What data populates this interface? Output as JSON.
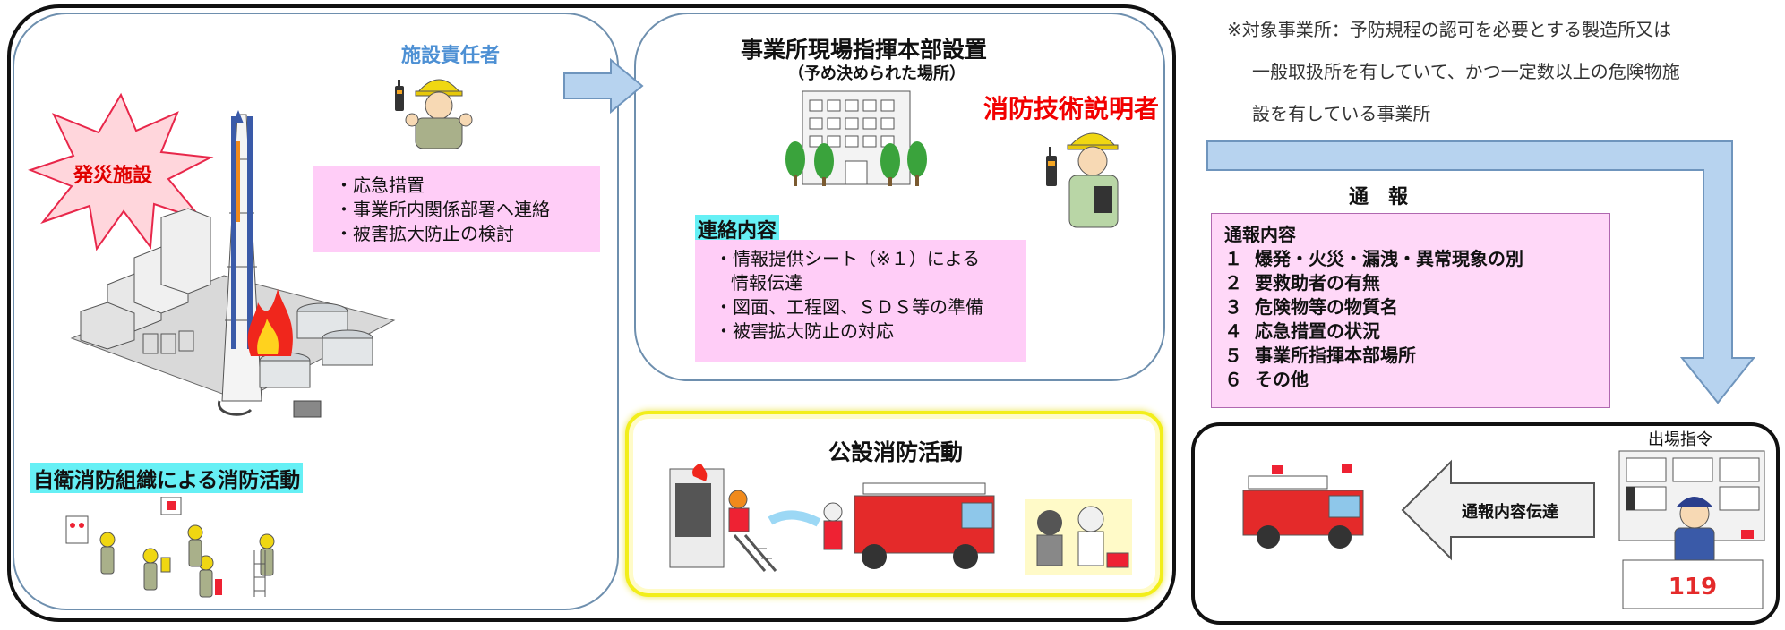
{
  "facility_manager": {
    "title": "施設責任者"
  },
  "burst": {
    "label": "発災施設"
  },
  "manager_actions": [
    "・応急措置",
    "・事業所内関係部署へ連絡",
    "・被害拡大防止の検討"
  ],
  "self_defense": {
    "label": "自衛消防組織による消防活動"
  },
  "hq": {
    "title": "事業所現場指揮本部設置",
    "subtitle": "（予め決められた場所）",
    "explainer": "消防技術説明者",
    "contact_heading": "連絡内容",
    "contact_items": [
      "・情報提供シート（※１）による",
      "情報伝達",
      "・図面、工程図、ＳＤＳ等の準備",
      "・被害拡大防止の対応"
    ]
  },
  "public": {
    "title": "公設消防活動"
  },
  "note": {
    "lines": [
      "※対象事業所：予防規程の認可を必要とする製造所又は",
      "一般取扱所を有していて、かつ一定数以上の危険物施",
      "設を有している事業所"
    ]
  },
  "report": {
    "heading": "通　報",
    "box_title": "通報内容",
    "items": [
      {
        "n": "１",
        "text": "爆発・火災・漏洩・異常現象の別"
      },
      {
        "n": "２",
        "text": "要救助者の有無"
      },
      {
        "n": "３",
        "text": "危険物等の物質名"
      },
      {
        "n": "４",
        "text": "応急措置の状況"
      },
      {
        "n": "５",
        "text": "事業所指揮本部場所"
      },
      {
        "n": "６",
        "text": "その他"
      }
    ]
  },
  "dispatch": {
    "label": "出場指令",
    "transmit": "通報内容伝達",
    "phone": "119"
  },
  "colors": {
    "panel_border": "#6e8fae",
    "pink": "#ffcdf7",
    "cyan": "#66f0f5",
    "arrow_fill": "#b7d3ef",
    "arrow_stroke": "#6f95bd",
    "red": "#f20000",
    "blue_text": "#4d90d4"
  }
}
